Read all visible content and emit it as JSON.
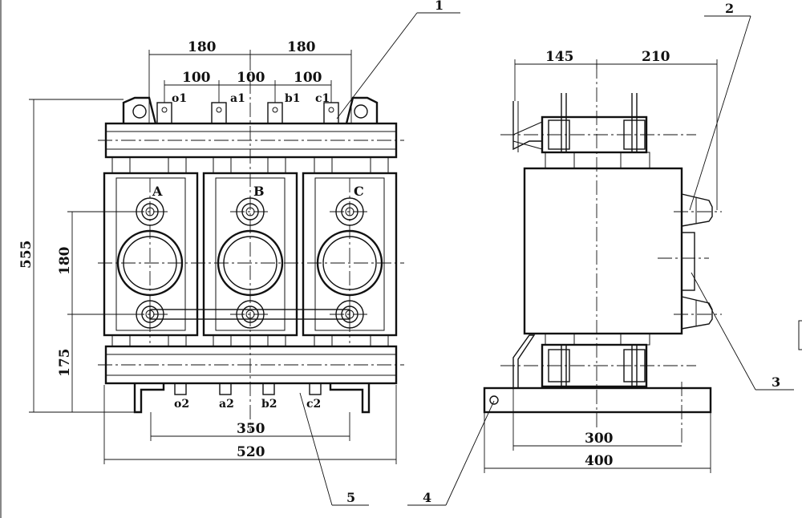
{
  "front_view": {
    "dims": {
      "d180_left": "180",
      "d180_right": "180",
      "d100_1": "100",
      "d100_2": "100",
      "d100_3": "100",
      "d555": "555",
      "d180_v": "180",
      "d175": "175",
      "d350": "350",
      "d520": "520"
    },
    "terminals_top": [
      "o1",
      "a1",
      "b1",
      "c1"
    ],
    "terminals_bottom": [
      "o2",
      "a2",
      "b2",
      "c2"
    ],
    "phases": [
      "A",
      "B",
      "C"
    ]
  },
  "side_view": {
    "dims": {
      "d145": "145",
      "d210": "210",
      "d300": "300",
      "d400": "400"
    }
  },
  "callouts": [
    "1",
    "2",
    "3",
    "4",
    "5"
  ]
}
